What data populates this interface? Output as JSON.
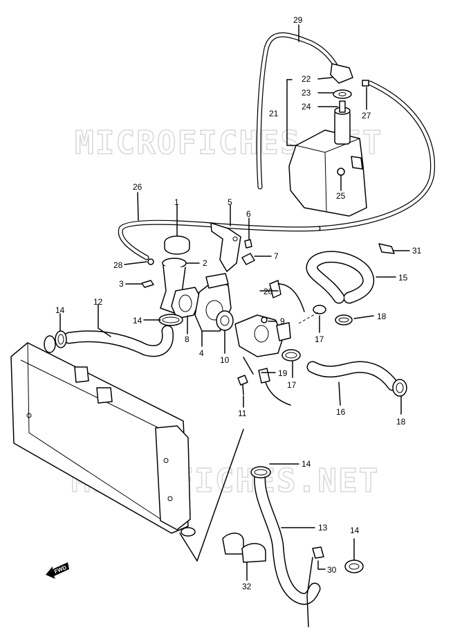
{
  "watermark": "MICROFICHES.NET",
  "fwd_label": "FWD",
  "callouts": [
    {
      "id": "1",
      "text": "1"
    },
    {
      "id": "2",
      "text": "2"
    },
    {
      "id": "3",
      "text": "3"
    },
    {
      "id": "4",
      "text": "4"
    },
    {
      "id": "5",
      "text": "5"
    },
    {
      "id": "6",
      "text": "6"
    },
    {
      "id": "7",
      "text": "7"
    },
    {
      "id": "8",
      "text": "8"
    },
    {
      "id": "9",
      "text": "9"
    },
    {
      "id": "10",
      "text": "10"
    },
    {
      "id": "11",
      "text": "11"
    },
    {
      "id": "12",
      "text": "12"
    },
    {
      "id": "13",
      "text": "13"
    },
    {
      "id": "14a",
      "text": "14"
    },
    {
      "id": "14b",
      "text": "14"
    },
    {
      "id": "14c",
      "text": "14"
    },
    {
      "id": "14d",
      "text": "14"
    },
    {
      "id": "15",
      "text": "15"
    },
    {
      "id": "16",
      "text": "16"
    },
    {
      "id": "17a",
      "text": "17"
    },
    {
      "id": "17b",
      "text": "17"
    },
    {
      "id": "18a",
      "text": "18"
    },
    {
      "id": "18b",
      "text": "18"
    },
    {
      "id": "19",
      "text": "19"
    },
    {
      "id": "20",
      "text": "20"
    },
    {
      "id": "21",
      "text": "21"
    },
    {
      "id": "22",
      "text": "22"
    },
    {
      "id": "23",
      "text": "23"
    },
    {
      "id": "24",
      "text": "24"
    },
    {
      "id": "25",
      "text": "25"
    },
    {
      "id": "26",
      "text": "26"
    },
    {
      "id": "27",
      "text": "27"
    },
    {
      "id": "28",
      "text": "28"
    },
    {
      "id": "29",
      "text": "29"
    },
    {
      "id": "30",
      "text": "30"
    },
    {
      "id": "31",
      "text": "31"
    },
    {
      "id": "32",
      "text": "32"
    }
  ]
}
